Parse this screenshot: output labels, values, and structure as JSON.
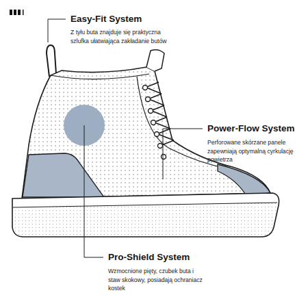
{
  "diagram": {
    "labels": [
      "Easy-Fit System",
      "Z tyłu buta znajduje się praktyczna szlufka ułatwiająca zakładanie butów",
      "Power-Flow System",
      "Perforowane skórzane panele zapewniają optymalną cyrkulację powietrza",
      "Pro-Shield System",
      "Wzmocnione pięty, czubek buta i staw skokowy, posiadają ochraniacz kostek"
    ]
  }
}
